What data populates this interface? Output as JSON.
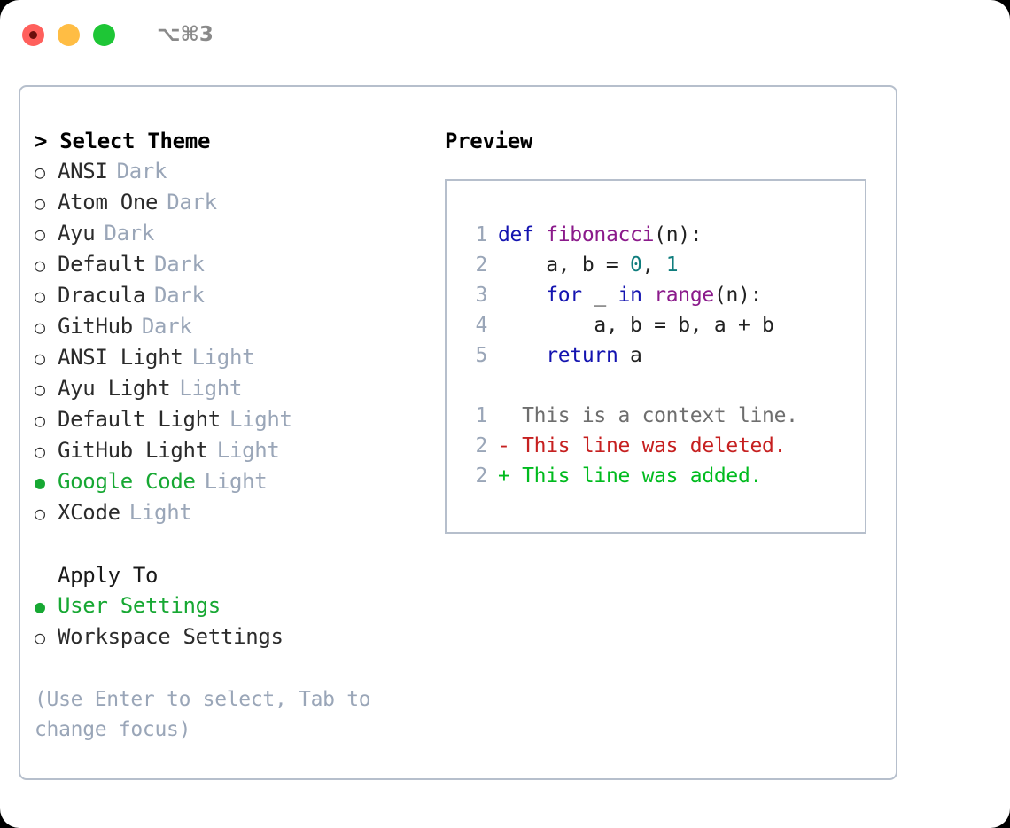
{
  "titlebar": {
    "shortcut": "⌥⌘3",
    "lights": [
      {
        "name": "close",
        "color": "#ff605c"
      },
      {
        "name": "minimize",
        "color": "#ffbd44"
      },
      {
        "name": "maximize",
        "color": "#1ec636"
      }
    ]
  },
  "theme_picker": {
    "header": "> Select Theme",
    "marker_selected": "●",
    "marker_unselected": "○",
    "options": [
      {
        "label": "ANSI",
        "tag": "Dark",
        "selected": false
      },
      {
        "label": "Atom One",
        "tag": "Dark",
        "selected": false
      },
      {
        "label": "Ayu",
        "tag": "Dark",
        "selected": false
      },
      {
        "label": "Default",
        "tag": "Dark",
        "selected": false
      },
      {
        "label": "Dracula",
        "tag": "Dark",
        "selected": false
      },
      {
        "label": "GitHub",
        "tag": "Dark",
        "selected": false
      },
      {
        "label": "ANSI Light",
        "tag": "Light",
        "selected": false
      },
      {
        "label": "Ayu Light",
        "tag": "Light",
        "selected": false
      },
      {
        "label": "Default Light",
        "tag": "Light",
        "selected": false
      },
      {
        "label": "GitHub Light",
        "tag": "Light",
        "selected": false
      },
      {
        "label": "Google Code",
        "tag": "Light",
        "selected": true
      },
      {
        "label": "XCode",
        "tag": "Light",
        "selected": false
      }
    ]
  },
  "apply_to": {
    "header": "Apply To",
    "options": [
      {
        "label": "User Settings",
        "selected": true
      },
      {
        "label": "Workspace Settings",
        "selected": false
      }
    ]
  },
  "hint": "(Use Enter to select, Tab to change focus)",
  "preview": {
    "header": "Preview",
    "code": [
      {
        "lineno": "1",
        "tokens": [
          {
            "t": "def ",
            "c": "kw"
          },
          {
            "t": "fibonacci",
            "c": "fn"
          },
          {
            "t": "(n):",
            "c": "plain"
          }
        ]
      },
      {
        "lineno": "2",
        "tokens": [
          {
            "t": "    a, b = ",
            "c": "plain"
          },
          {
            "t": "0",
            "c": "num"
          },
          {
            "t": ", ",
            "c": "plain"
          },
          {
            "t": "1",
            "c": "num"
          }
        ]
      },
      {
        "lineno": "3",
        "tokens": [
          {
            "t": "    ",
            "c": "plain"
          },
          {
            "t": "for",
            "c": "kw"
          },
          {
            "t": " _ ",
            "c": "plain"
          },
          {
            "t": "in",
            "c": "kw"
          },
          {
            "t": " ",
            "c": "plain"
          },
          {
            "t": "range",
            "c": "fn"
          },
          {
            "t": "(n):",
            "c": "plain"
          }
        ]
      },
      {
        "lineno": "4",
        "tokens": [
          {
            "t": "        a, b = b, a + b",
            "c": "plain"
          }
        ]
      },
      {
        "lineno": "5",
        "tokens": [
          {
            "t": "    ",
            "c": "plain"
          },
          {
            "t": "return",
            "c": "kw"
          },
          {
            "t": " a",
            "c": "plain"
          }
        ]
      }
    ],
    "diff": [
      {
        "lineno": "1",
        "sign": " ",
        "text": " This is a context line.",
        "kind": "ctx"
      },
      {
        "lineno": "2",
        "sign": "-",
        "text": " This line was deleted.",
        "kind": "del"
      },
      {
        "lineno": "2",
        "sign": "+",
        "text": " This line was added.",
        "kind": "add"
      }
    ]
  },
  "colors": {
    "accent_green": "#17a833",
    "muted": "#9aa6b8",
    "border": "#b6bfcc",
    "keyword": "#1414b0",
    "function": "#8b1a8b",
    "number": "#0f7d7d",
    "diff_add": "#00bb1e",
    "diff_del": "#c62020",
    "diff_ctx": "#6e6e6e"
  }
}
